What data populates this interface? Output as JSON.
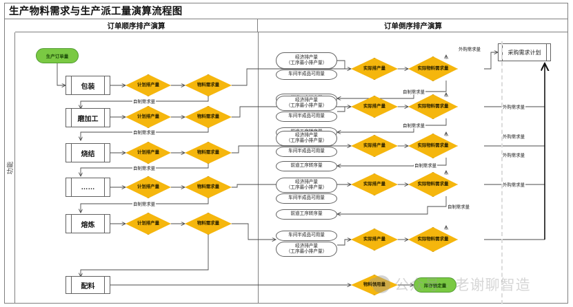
{
  "document": {
    "title": "生产物料需求与生产派工量演算流程图",
    "lane_label": "功能"
  },
  "headers": {
    "left": "订单顺序排产演算",
    "right": "订单倒序排产演算"
  },
  "labels": {
    "self_made": "自制需求量",
    "outsourced": "外购需求量"
  },
  "start_node": "生产订单量",
  "end_node": "库存锁定量",
  "purchase_plan": "采购需求计划",
  "material_issue": "物料领用量",
  "processes": [
    {
      "name": "包装"
    },
    {
      "name": "磨加工"
    },
    {
      "name": "烧结"
    },
    {
      "name": "……"
    },
    {
      "name": "熔炼"
    },
    {
      "name": "配料"
    }
  ],
  "left_diamonds": {
    "plan": "计划排产量",
    "demand": "物料需求量"
  },
  "right_diamonds": {
    "actual_output": "实际排产量",
    "actual_material": "实际物料需求量"
  },
  "stored_data": {
    "economic": "经济排产量\n（工序最小排产量）",
    "economic_l1": "经济排产量",
    "economic_l2": "（工序最小排产量）",
    "wip": "车间半成品可用量",
    "transfer": "前道工序转序量"
  },
  "rows": [
    {
      "process": "包装",
      "plan": "计划排产量",
      "demand": "物料需求量",
      "self_made": "自制需求量",
      "stored": [
        "经济排产量（工序最小排产量）",
        "车间半成品可用量",
        "前道工序转序量"
      ],
      "actual_output": "实际排产量",
      "actual_material": "实际物料需求量",
      "outsourced": "外购需求量"
    },
    {
      "process": "磨加工",
      "plan": "计划排产量",
      "demand": "物料需求量",
      "self_made": "自制需求量",
      "stored": [
        "经济排产量（工序最小排产量）",
        "车间半成品可用量",
        "前道工序转序量"
      ],
      "actual_output": "实际排产量",
      "actual_material": "实际物料需求量",
      "outsourced": "外购需求量"
    },
    {
      "process": "烧结",
      "plan": "计划排产量",
      "demand": "物料需求量",
      "self_made": "自制需求量",
      "stored": [
        "经济排产量（工序最小排产量）",
        "车间半成品可用量",
        "前道工序转序量"
      ],
      "actual_output": "实际排产量",
      "actual_material": "实际物料需求量",
      "outsourced": "外购需求量"
    },
    {
      "process": "……",
      "plan": "计划排产量",
      "demand": "物料需求量",
      "self_made": "自制需求量",
      "stored": [
        "经济排产量（工序最小排产量）",
        "车间半成品可用量",
        "前道工序转序量"
      ],
      "actual_output": "实际排产量",
      "actual_material": "实际物料需求量",
      "outsourced": "外购需求量"
    },
    {
      "process": "熔炼",
      "plan": "计划排产量",
      "demand": "物料需求量",
      "self_made": "自制需求量",
      "stored": [
        "车间半成品可用量",
        "经济排产量（工序最小排产量）"
      ],
      "actual_output": "实际排产量",
      "actual_material": "实际物料需求量",
      "outsourced": "外购需求量"
    },
    {
      "process": "配料",
      "material_issue": "物料领用量",
      "end": "库存锁定量"
    }
  ],
  "watermark": {
    "text": "公众号 · 老谢聊智造",
    "icon": "wechat-icon"
  },
  "colors": {
    "diamond_fill": "#f5b60d",
    "diamond_stroke": "#c28b00",
    "terminator_fill": "#7ac943",
    "terminator_stroke": "#4f9a2f",
    "frame": "#7f7f7f",
    "node_stroke": "#606060"
  }
}
